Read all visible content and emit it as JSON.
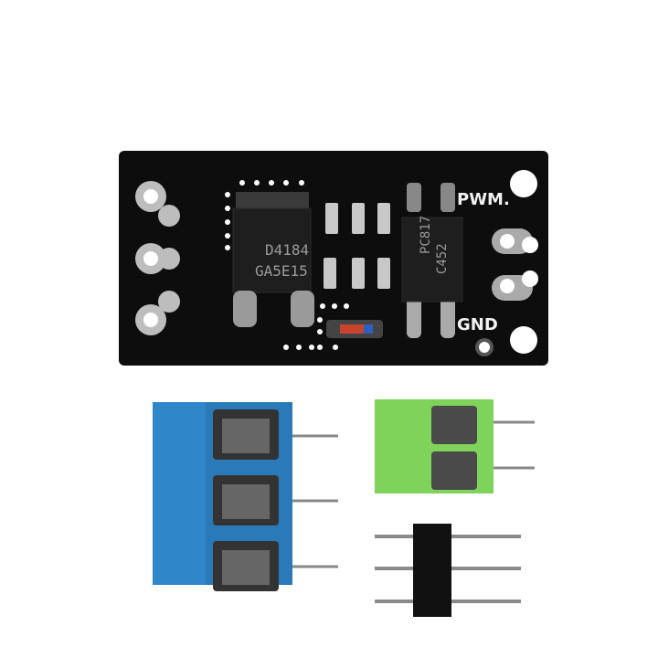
{
  "board": {
    "labels": {
      "pwm": "PWM.",
      "gnd": "GND"
    },
    "mosfet": {
      "line1": "D4184",
      "line2": "GA5E15"
    },
    "optocoupler": {
      "line1": "PC817",
      "line2": "C452"
    },
    "colors": {
      "pcb": "#0d0d0d",
      "pad": "#cfcfcf",
      "silkscreen": "#f2f2f2"
    }
  },
  "accessories": {
    "colors": {
      "blue_terminal": "#2f86c9",
      "green_terminal": "#7fd35a",
      "pin_header": "#111111",
      "pins": "#8a8a8a"
    }
  }
}
